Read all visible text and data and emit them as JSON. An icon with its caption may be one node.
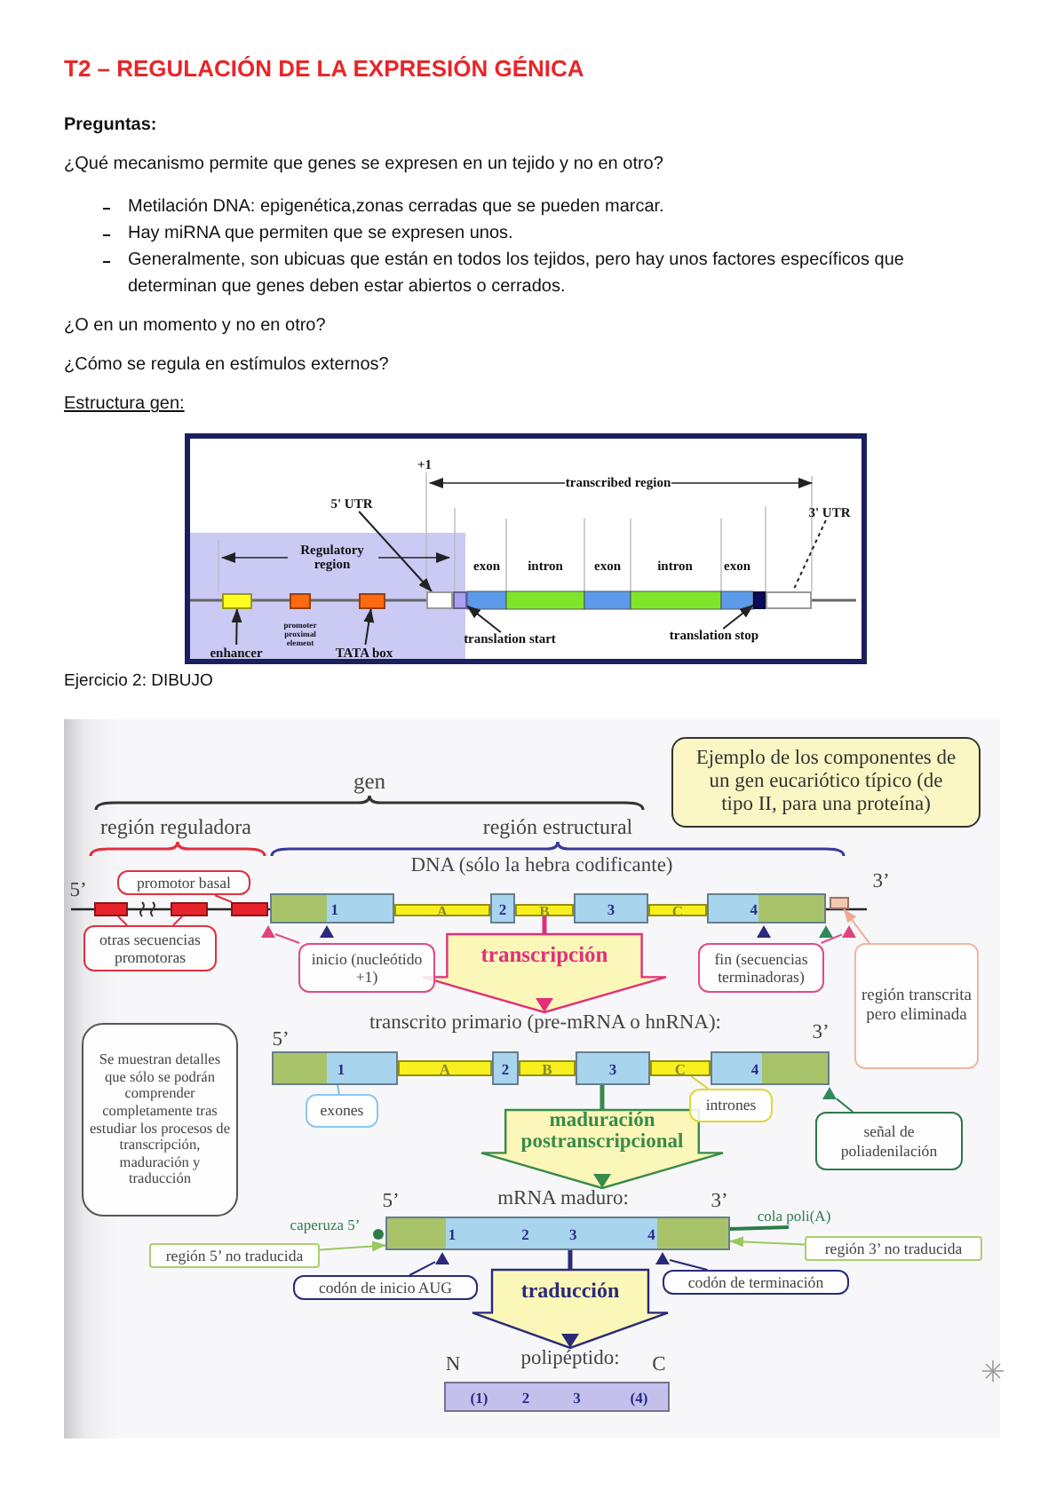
{
  "diagram": {
    "title": "T2 – REGULACIÓN DE LA EXPRESIÓN GÉNICA",
    "nodes": [
      {
        "text": [
          "5' UTR"
        ]
      },
      {
        "text": [
          "3' UTR"
        ]
      },
      {
        "text": [],
        "shape": "box"
      },
      {
        "text": [],
        "shape": "box"
      },
      {
        "text": [],
        "shape": "box"
      },
      {
        "text": [],
        "shape": "box"
      },
      {
        "text": [],
        "shape": "box"
      },
      {
        "text": [],
        "shape": "box"
      },
      {
        "text": [],
        "shape": "box"
      },
      {
        "text": [
          "enhancer"
        ]
      },
      {
        "text": [
          "TATA box"
        ]
      },
      {
        "text": [
          "translation start"
        ]
      },
      {
        "text": [
          "translation stop"
        ]
      },
      {
        "text": [
          "Ejemplo de los componentes de un gen eucariótico típico (de tipo II, para una proteína)"
        ]
      },
      {
        "text": [
          "promotor basal"
        ]
      },
      {
        "text": [],
        "shape": "box"
      },
      {
        "text": [],
        "shape": "box"
      },
      {
        "text": [],
        "shape": "box"
      },
      {
        "text": [
          "1"
        ]
      },
      {
        "text": [
          "A"
        ]
      },
      {
        "text": [
          "2"
        ]
      },
      {
        "text": [
          "B"
        ]
      },
      {
        "text": [
          "3"
        ]
      },
      {
        "text": [
          "C"
        ]
      },
      {
        "text": [
          "4"
        ]
      },
      {
        "text": [],
        "shape": "box"
      },
      {
        "text": [],
        "shape": "triangle"
      },
      {
        "text": [],
        "shape": "triangle"
      },
      {
        "text": [],
        "shape": "triangle"
      },
      {
        "text": [],
        "shape": "triangle"
      },
      {
        "text": [],
        "shape": "triangle"
      },
      {
        "text": [
          "otras secuencias promotoras"
        ]
      },
      {
        "text": [
          "inicio (nucleótido +1)"
        ]
      },
      {
        "text": [
          "transcrito primario (pre-mRNA o hnRNA):"
        ]
      },
      {
        "text": [
          "fin (secuencias terminadoras)"
        ]
      },
      {
        "text": [
          "región transcrita pero eliminada"
        ]
      },
      {
        "text": [
          "Se muestran detalles que sólo se podrán comprender completamente tras estudiar los procesos de transcripción, maduración y traducción"
        ]
      },
      {
        "text": [
          "1"
        ]
      },
      {
        "text": [
          "A"
        ]
      },
      {
        "text": [
          "2"
        ]
      },
      {
        "text": [
          "B"
        ]
      },
      {
        "text": [
          "3"
        ]
      },
      {
        "text": [
          "C"
        ]
      },
      {
        "text": [
          "4"
        ]
      },
      {
        "text": [],
        "shape": "triangle"
      },
      {
        "text": [
          "exones"
        ]
      },
      {
        "text": [
          "intrones"
        ]
      },
      {
        "text": [
          "mRNA maduro:"
        ]
      },
      {
        "text": [
          "señal de poliadenilación"
        ]
      },
      {
        "text": [
          "1",
          "2",
          "3",
          "4"
        ]
      },
      {
        "text": [
          "región 5’ no traducida"
        ]
      },
      {
        "text": [
          "región 3’ no traducida"
        ]
      },
      {
        "text": [],
        "shape": "triangle"
      },
      {
        "text": [],
        "shape": "triangle"
      },
      {
        "text": [
          "codón de inicio AUG"
        ]
      },
      {
        "text": [
          "codón de terminación"
        ]
      },
      {
        "text": [
          "polipéptido:"
        ]
      },
      {
        "text": [
          "(1)",
          "2",
          "3",
          "(4)"
        ]
      }
    ],
    "edges": [
      {
        "from": 9,
        "to": 2,
        "arrow": "to"
      },
      {
        "from": 10,
        "to": 4,
        "arrow": "to"
      },
      {
        "from": 11,
        "to": 6,
        "arrow": "to"
      },
      {
        "from": 12,
        "to": 7,
        "arrow": "to"
      },
      {
        "from": 0,
        "to": 5,
        "arrow": "to"
      },
      {
        "from": 1,
        "to": 8,
        "arrow": "none",
        "style": "dashed"
      },
      {
        "from": 14,
        "to": 17,
        "arrow": "none",
        "color": "#e03040"
      },
      {
        "from": 31,
        "to": 15,
        "arrow": "none",
        "color": "#e03040"
      },
      {
        "from": 31,
        "to": 16,
        "arrow": "none",
        "color": "#e03040"
      },
      {
        "from": 32,
        "to": 26,
        "arrow": "none",
        "color": "#e04a8a"
      },
      {
        "from": 34,
        "to": 30,
        "arrow": "none",
        "color": "#e04a8a"
      },
      {
        "from": 35,
        "to": 25,
        "arrow": "to",
        "color": "#f2a890"
      },
      {
        "from": 45,
        "to": 37,
        "arrow": "none",
        "color": "#7cc0ea"
      },
      {
        "from": 46,
        "to": 42,
        "arrow": "none",
        "color": "#d8d030"
      },
      {
        "from": 48,
        "to": 44,
        "arrow": "none",
        "color": "#2e7a4a"
      },
      {
        "from": 50,
        "to": 49,
        "arrow": "to",
        "color": "#98c860"
      },
      {
        "from": 51,
        "to": 49,
        "arrow": "to",
        "color": "#98c860"
      },
      {
        "from": 54,
        "to": 52,
        "arrow": "none",
        "color": "#2a2a7a"
      },
      {
        "from": 55,
        "to": 53,
        "arrow": "none",
        "color": "#2a2a7a"
      },
      {
        "from": 21,
        "to": 33,
        "arrow": "to",
        "label": "transcripción",
        "style": "thick",
        "color": "#e0307a"
      },
      {
        "from": 41,
        "to": 47,
        "arrow": "to",
        "label": "maduración postranscripcional",
        "style": "thick",
        "color": "#3a8a4a"
      },
      {
        "from": 49,
        "to": 56,
        "arrow": "to",
        "label": "traducción",
        "style": "thick",
        "color": "#2a2a7a"
      }
    ],
    "labels": [
      "Preguntas:",
      "¿Qué mecanismo permite que genes se expresen en un tejido y no en otro?",
      "Metilación DNA: epigenética,zonas cerradas que se pueden marcar.",
      "Hay miRNA que permiten que se expresen unos.",
      "Generalmente, son ubicuas que están en todos los tejidos, pero hay unos factores específicos que determinan que genes deben estar abiertos o cerrados.",
      "¿O en un momento y no en otro?",
      "¿Cómo se regula en estímulos externos?",
      "Estructura gen:",
      "+1",
      "transcribed region",
      "Regulatory region",
      "exon",
      "intron",
      "exon",
      "intron",
      "exon",
      "promoter proximal element",
      "Ejercicio 2: DIBUJO",
      "gen",
      "región reguladora",
      "región estructural",
      "DNA (sólo la hebra codificante)",
      "5’",
      "3’",
      "5’",
      "3’",
      "5’",
      "3’",
      "caperuza 5’",
      "cola poli(A)",
      "N",
      "C"
    ]
  }
}
